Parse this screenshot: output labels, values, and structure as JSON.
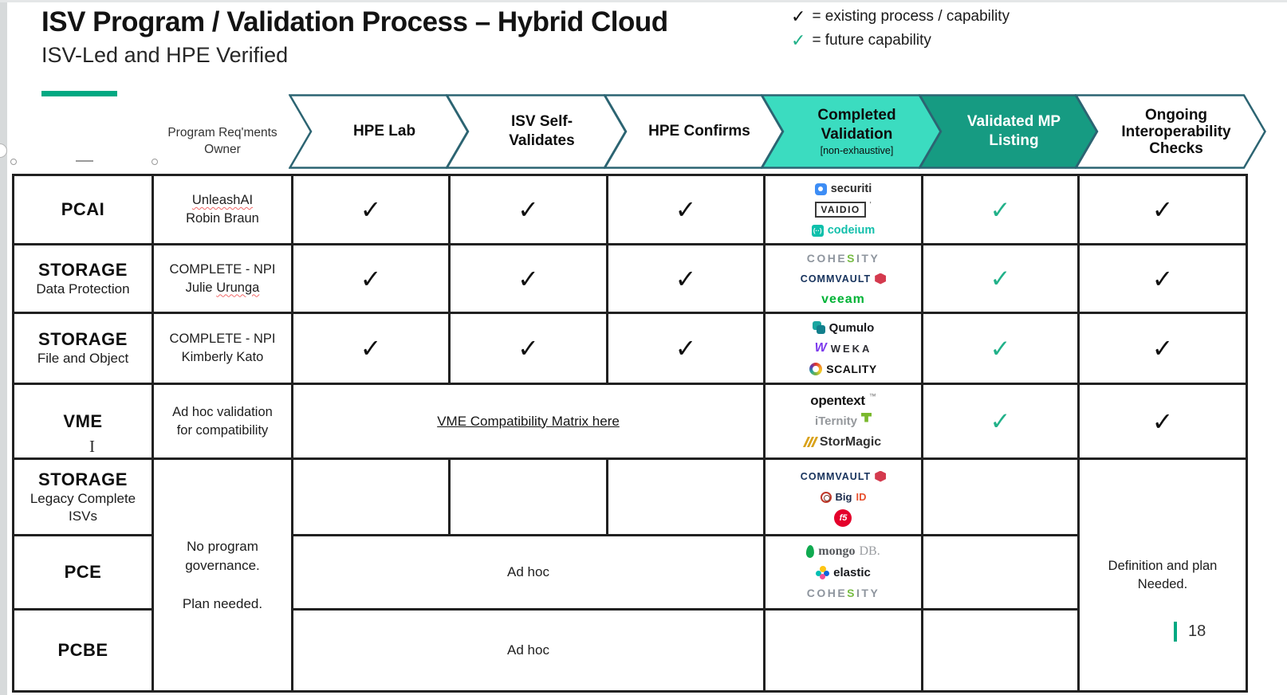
{
  "title": "ISV Program / Validation Process – Hybrid Cloud",
  "subtitle": "ISV-Led and HPE Verified",
  "legend": {
    "existing": "= existing process / capability",
    "future": "= future capability"
  },
  "glyphs": {
    "check": "✓"
  },
  "owner_header": {
    "line1": "Program Req'ments",
    "line2": "Owner"
  },
  "steps": [
    {
      "line1": "HPE Lab",
      "variant": "outline"
    },
    {
      "line1": "ISV Self-",
      "line2": "Validates",
      "variant": "outline"
    },
    {
      "line1": "HPE Confirms",
      "variant": "outline"
    },
    {
      "line1": "Completed",
      "line2": "Validation",
      "sub": "[non-exhaustive]",
      "variant": "light-teal"
    },
    {
      "line1": "Validated MP",
      "line2": "Listing",
      "variant": "dark-teal"
    },
    {
      "line1": "Ongoing",
      "line2": "Interoperability",
      "line3": "Checks",
      "variant": "outline"
    }
  ],
  "rows": [
    {
      "category": "PCAI",
      "owner_line1": "UnleashAI",
      "owner_line2": "Robin Braun"
    },
    {
      "category": "STORAGE",
      "subcategory": "Data Protection",
      "owner_line1": "COMPLETE - NPI",
      "owner_line2a": "Julie ",
      "owner_line2b": "Urunga"
    },
    {
      "category": "STORAGE",
      "subcategory": "File and Object",
      "owner_line1": "COMPLETE - NPI",
      "owner_line2": "Kimberly Kato"
    },
    {
      "category": "VME",
      "owner_line1": "Ad hoc validation",
      "owner_line2": "for compatibility",
      "link_text": "VME Compatibility Matrix here"
    },
    {
      "category": "STORAGE",
      "subcategory": "Legacy Complete ISVs"
    },
    {
      "category": "PCE",
      "cell_text": "Ad hoc"
    },
    {
      "category": "PCBE",
      "cell_text": "Ad hoc"
    }
  ],
  "merged": {
    "governance_line1": "No program governance.",
    "governance_line2": "Plan needed.",
    "definition_line1": "Definition and plan",
    "definition_line2": "Needed."
  },
  "logos": {
    "securiti": "securiti",
    "vaidio": "VAIDIO",
    "vaidio_mark": "'",
    "codeium_icon": "(··)",
    "codeium": "codeium",
    "cohesity_pre": "COHE",
    "cohesity_s": "S",
    "cohesity_post": "ITY",
    "commvault": "COMMVAULT",
    "veeam": "veeam",
    "qumulo": "Qumulo",
    "weka_w": "W",
    "weka": "WEKA",
    "scality": "SCALITY",
    "opentext": "opentext",
    "opentext_tm": "™",
    "iternity": "iTernity",
    "stormagic_slashes": "",
    "stormagic": "StorMagic",
    "bigid_big": "Big",
    "bigid_id": "ID",
    "f5": "f5",
    "mongo": "mongo",
    "mongo_db": "DB.",
    "elastic": "elastic"
  },
  "page_number": "18",
  "colors": {
    "accent_green": "#01A982",
    "chevron_light_fill": "#3BDCC0",
    "chevron_dark_fill": "#169B82",
    "chevron_stroke": "#2C6472",
    "check_green": "#21B189",
    "check_black": "#101010"
  }
}
